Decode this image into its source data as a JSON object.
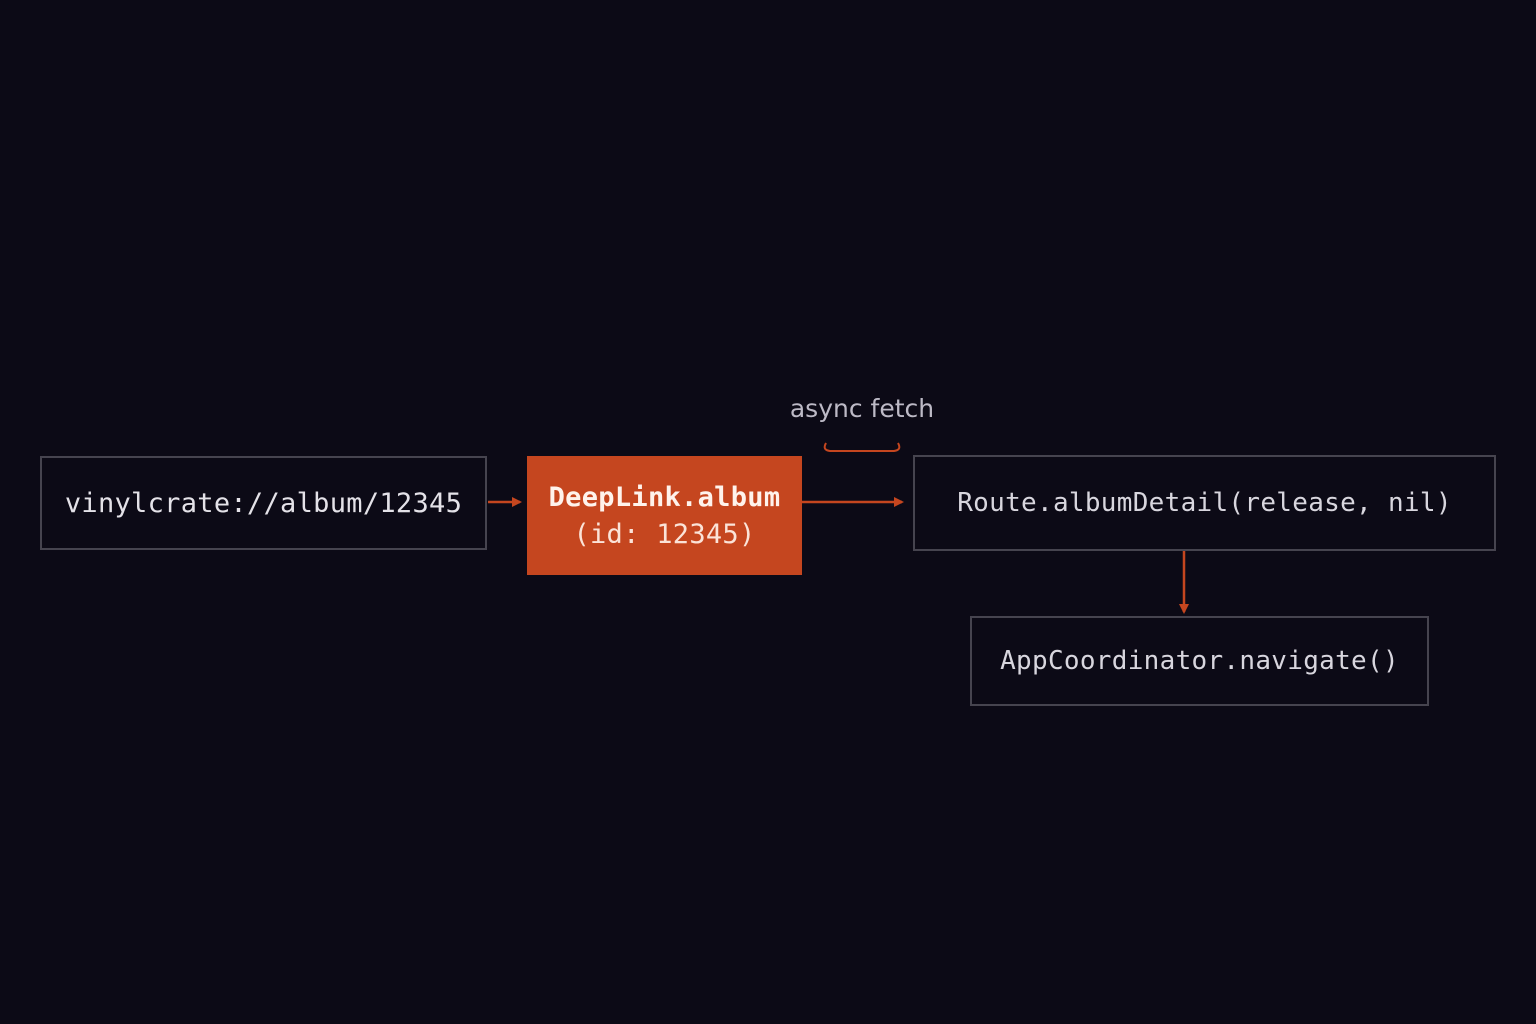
{
  "colors": {
    "background": "#0c0a16",
    "accent": "#c5461f",
    "box_border": "#46444f",
    "text": "#e4e2e8"
  },
  "nodes": {
    "url": {
      "label": "vinylcrate://album/12345"
    },
    "deeplink": {
      "label": "DeepLink.album",
      "sublabel": "(id: 12345)"
    },
    "route": {
      "label": "Route.albumDetail(release, nil)"
    },
    "coordinator": {
      "label": "AppCoordinator.navigate()"
    }
  },
  "annotations": {
    "async_fetch": "async fetch"
  }
}
